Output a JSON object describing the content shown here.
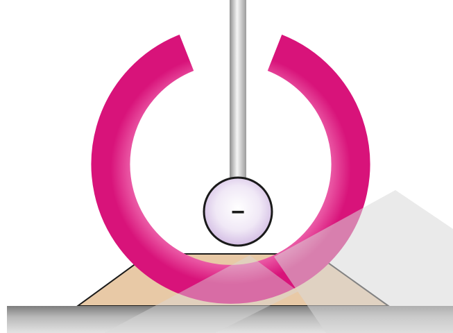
{
  "diagram": {
    "charge_label": "−",
    "colors": {
      "ring": "#e01a7e",
      "ring_highlight": "#f07ab8",
      "rod": "#b8b8b8",
      "rod_highlight": "#f4f4f4",
      "sphere_fill": "#e6d8f0",
      "sphere_outline": "#1a1a1a",
      "base_fill": "#e8c9a6",
      "base_outline": "#1a1a1a",
      "floor": "#9a9a9a",
      "watermark": "#d9d9d9"
    },
    "icons": {
      "ring": "open-ring-conductor",
      "rod": "insulating-rod",
      "sphere": "charged-sphere",
      "base": "stand-base",
      "floor": "floor-surface"
    }
  }
}
